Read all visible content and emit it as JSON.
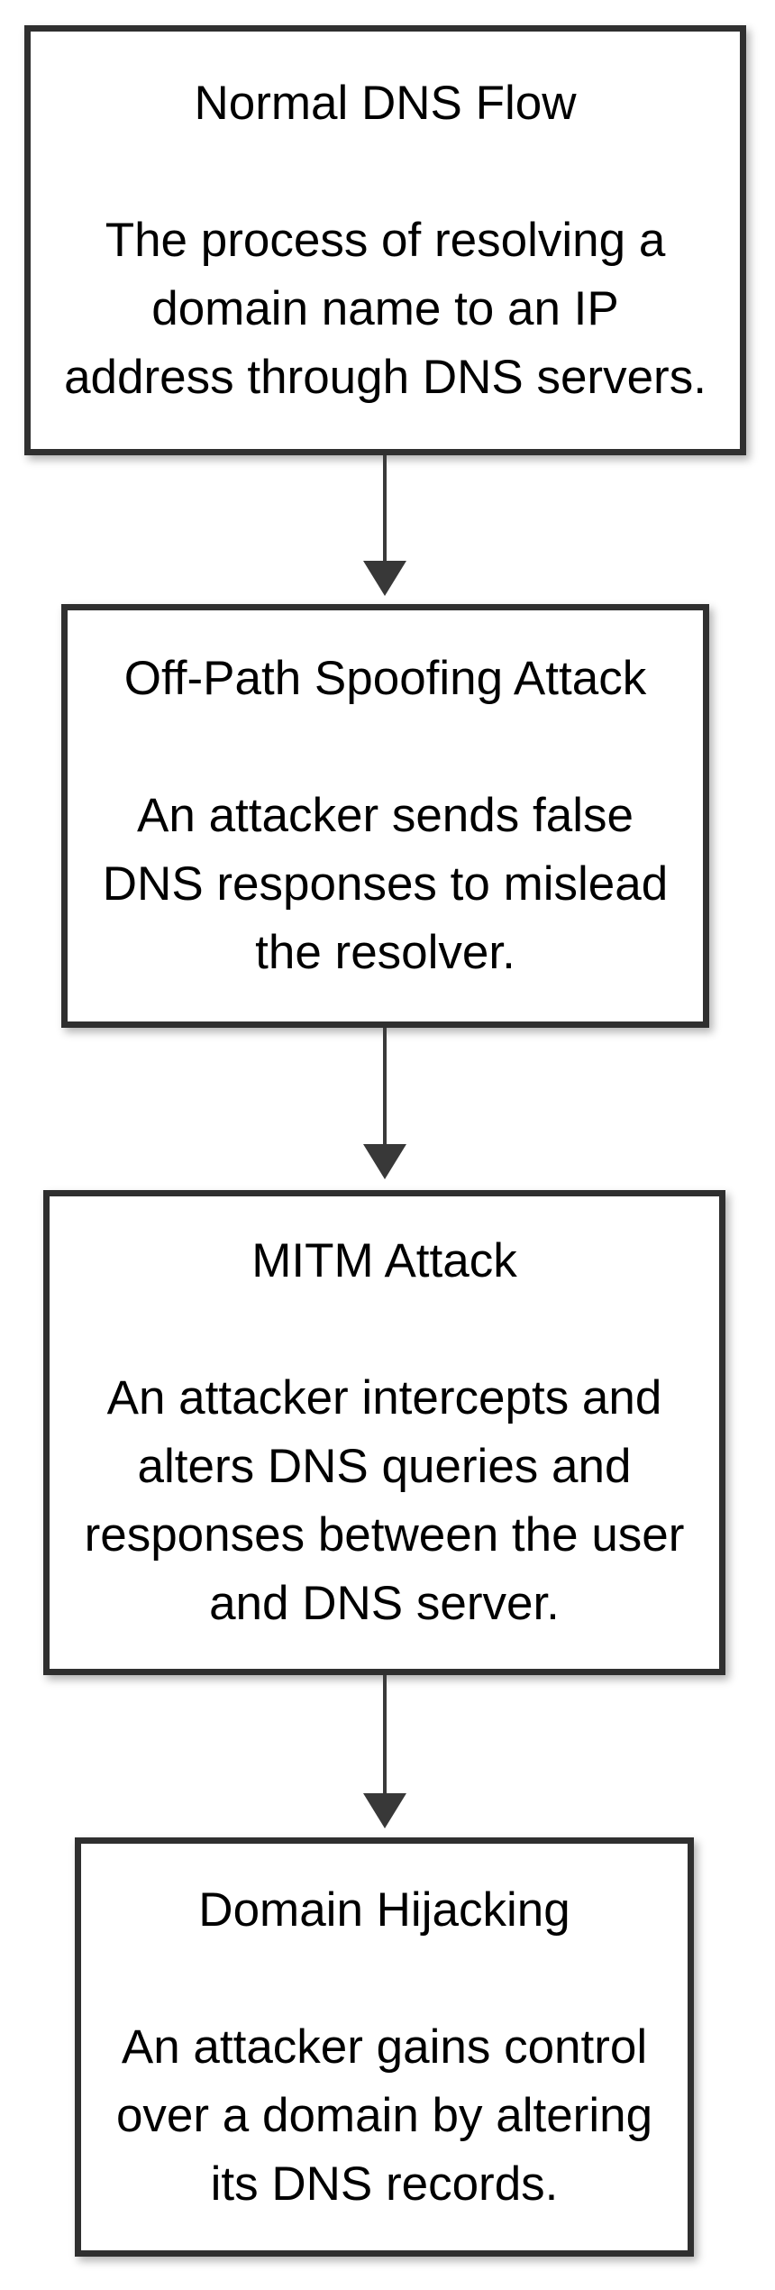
{
  "diagram": {
    "type": "flowchart",
    "direction": "top-down",
    "background_color": "#ffffff",
    "node_border_color": "#2f2f2f",
    "node_fill_color": "#ffffff",
    "text_color": "#000000",
    "arrow_color": "#3a3a3a",
    "nodes": [
      {
        "title": "Normal DNS Flow",
        "description": "The process of resolving a\ndomain name to an IP\naddress through DNS servers."
      },
      {
        "title": "Off-Path Spoofing Attack",
        "description": "An attacker sends false\nDNS responses to mislead\nthe resolver."
      },
      {
        "title": "MITM Attack",
        "description": "An attacker intercepts and\nalters DNS queries and\nresponses between the user\nand DNS server."
      },
      {
        "title": "Domain Hijacking",
        "description": "An attacker gains control\nover a domain by altering\nits DNS records."
      }
    ],
    "edges": [
      {
        "from": "Normal DNS Flow",
        "to": "Off-Path Spoofing Attack"
      },
      {
        "from": "Off-Path Spoofing Attack",
        "to": "MITM Attack"
      },
      {
        "from": "MITM Attack",
        "to": "Domain Hijacking"
      }
    ]
  }
}
